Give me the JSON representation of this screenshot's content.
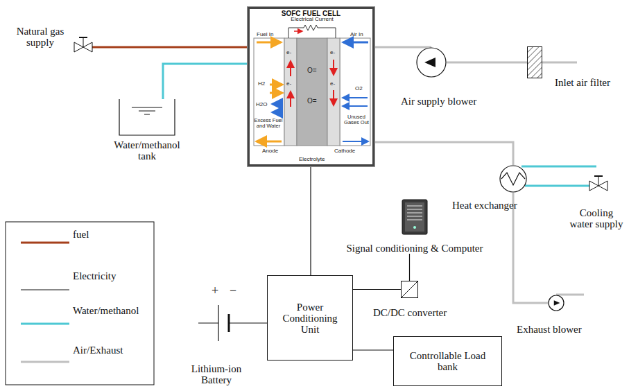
{
  "diagram": {
    "nodes": [
      {
        "text": [
          "SOFC FUEL CELL"
        ]
      },
      {
        "text": [
          "Natural gas supply"
        ]
      },
      {
        "text": [
          "Water/methanol tank"
        ]
      },
      {
        "text": [
          "Air supply blower"
        ]
      },
      {
        "text": [
          "Inlet air filter"
        ]
      },
      {
        "text": [
          "Heat exchanger"
        ]
      },
      {
        "text": [
          "Cooling water supply"
        ]
      },
      {
        "text": [
          "Exhaust blower"
        ]
      },
      {
        "text": [
          "Signal conditioning & Computer"
        ]
      },
      {
        "text": [
          "DC/DC converter"
        ]
      },
      {
        "text": [
          "Power Conditioning Unit"
        ]
      },
      {
        "text": [
          "Controllable Load bank"
        ]
      },
      {
        "text": [
          "Lithium-ion Battery"
        ]
      }
    ],
    "edges": [
      {
        "from": 1,
        "to": 0,
        "arrow": "none"
      },
      {
        "from": 2,
        "to": 0,
        "arrow": "none"
      },
      {
        "from": 4,
        "to": 3,
        "arrow": "none"
      },
      {
        "from": 3,
        "to": 0,
        "arrow": "none"
      },
      {
        "from": 0,
        "to": 5,
        "arrow": "none"
      },
      {
        "from": 6,
        "to": 5,
        "arrow": "none"
      },
      {
        "from": 5,
        "to": 7,
        "arrow": "none"
      },
      {
        "from": 0,
        "to": 10,
        "arrow": "none"
      },
      {
        "from": 12,
        "to": 10,
        "arrow": "none"
      },
      {
        "from": 10,
        "to": 9,
        "arrow": "none"
      },
      {
        "from": 9,
        "to": 8,
        "arrow": "none"
      },
      {
        "from": 10,
        "to": 11,
        "arrow": "none"
      }
    ],
    "labels": [
      "Electrical Current",
      "Fuel In",
      "Air In",
      "e-",
      "e-",
      "e-",
      "e-",
      "H2",
      "O=",
      "O=",
      "O2",
      "H2O",
      "Excess Fuel and Water",
      "Unused Gases Out",
      "Anode",
      "Electrolyte",
      "Cathode",
      "+",
      "−"
    ],
    "legend": [
      {
        "text": "fuel"
      },
      {
        "text": "Electricity"
      },
      {
        "text": "Water/methanol"
      },
      {
        "text": "Air/Exhaust"
      }
    ]
  }
}
